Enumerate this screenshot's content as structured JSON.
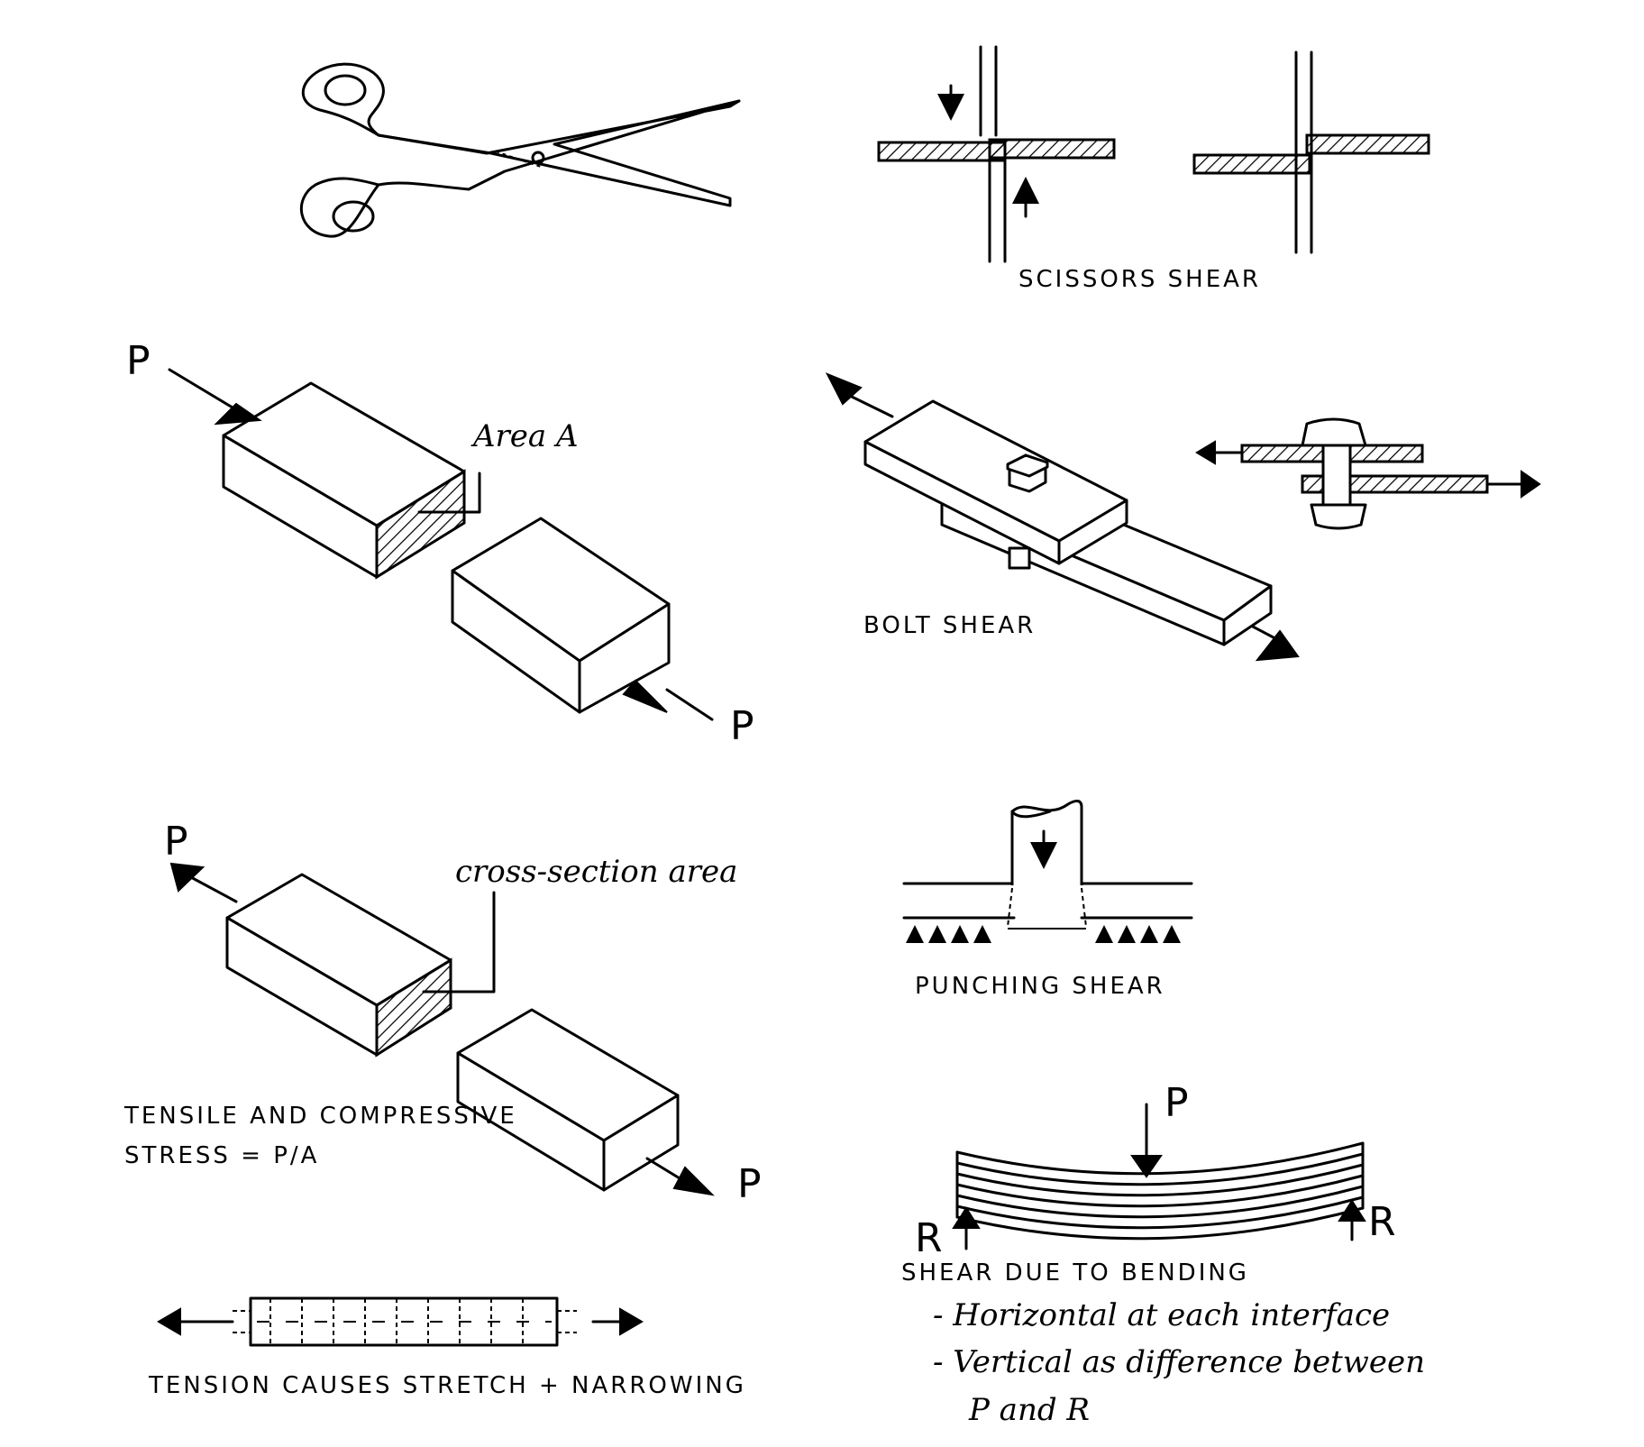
{
  "labels": {
    "scissors_shear": "SCISSORS SHEAR",
    "area_a": "Area A",
    "p_top_left": "P",
    "p_bottom_right": "P",
    "bolt_shear": "BOLT SHEAR",
    "p_tension": "P",
    "cross_section_area": "cross-section area",
    "p_tension_right": "P",
    "tensile_line1": "TENSILE AND COMPRESSIVE",
    "tensile_line2": "STRESS  =  P/A",
    "tension_causes": "TENSION CAUSES STRETCH + NARROWING",
    "punching_shear": "PUNCHING SHEAR",
    "p_bending": "P",
    "r_left": "R",
    "r_right": "R",
    "bending_title": "SHEAR DUE TO BENDING",
    "bending_line1": "- Horizontal at each interface",
    "bending_line2": "- Vertical as difference between",
    "bending_line3": "P and R"
  }
}
